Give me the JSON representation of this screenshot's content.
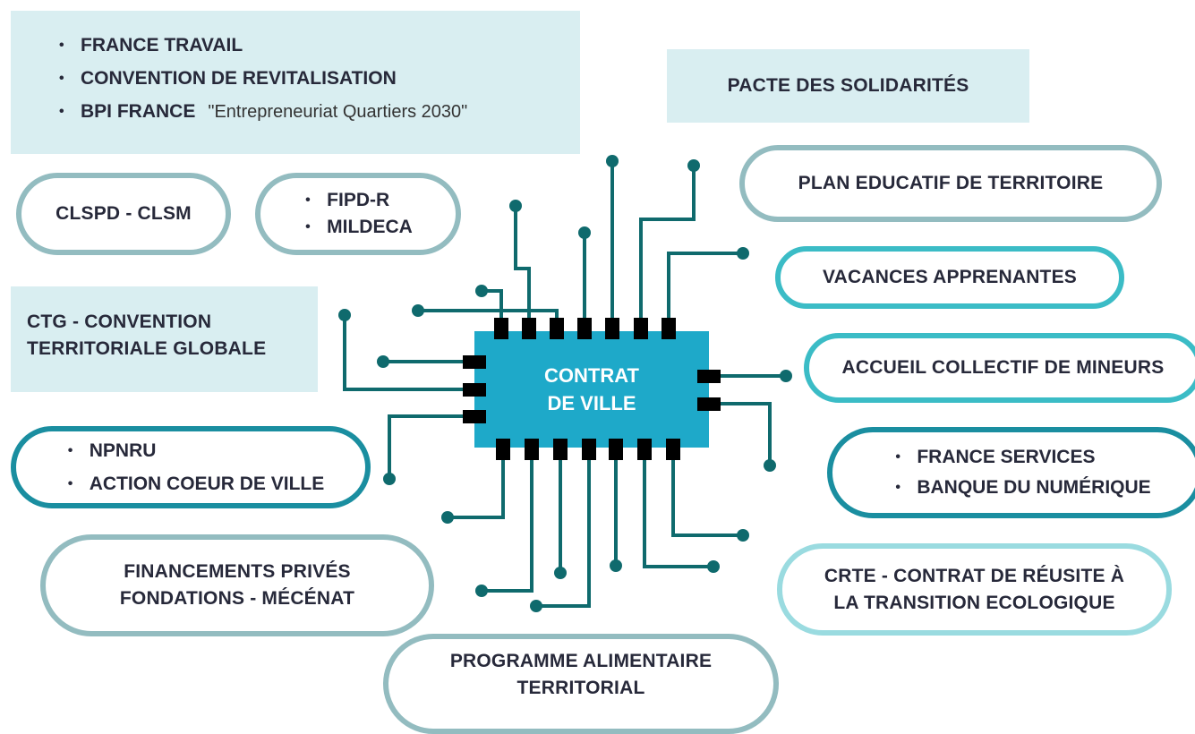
{
  "top_left_list": [
    {
      "label": "FRANCE TRAVAIL"
    },
    {
      "label": "CONVENTION DE REVITALISATION"
    },
    {
      "label": "BPI FRANCE",
      "note": "\"Entrepreneuriat Quartiers 2030\""
    }
  ],
  "pacte": "PACTE DES SOLIDARITÉS",
  "clspd": "CLSPD - CLSM",
  "fipd_list": [
    "FIPD-R",
    "MILDECA"
  ],
  "ctg": {
    "line1": "CTG - CONVENTION",
    "line2": "TERRITORIALE GLOBALE"
  },
  "npnru_list": [
    "NPNRU",
    "ACTION COEUR DE VILLE"
  ],
  "financements": {
    "line1": "FINANCEMENTS PRIVÉS",
    "line2": "FONDATIONS - MÉCÉNAT"
  },
  "programme": {
    "line1": "PROGRAMME ALIMENTAIRE",
    "line2": "TERRITORIAL"
  },
  "plan_educatif": "PLAN EDUCATIF DE TERRITOIRE",
  "vacances": "VACANCES APPRENANTES",
  "accueil": "ACCUEIL COLLECTIF DE MINEURS",
  "france_services_list": [
    "FRANCE SERVICES",
    "BANQUE DU NUMÉRIQUE"
  ],
  "crte": {
    "line1": "CRTE - CONTRAT DE RÉUSITE À",
    "line2": "LA TRANSITION ECOLOGIQUE"
  },
  "chip": {
    "line1": "CONTRAT",
    "line2": "DE VILLE"
  },
  "colors": {
    "chip": "#1ea9c9",
    "wire": "#0f6a6d",
    "box": "#d9eef1",
    "pill_dark": "#1a8ea0",
    "pill_grey": "#93bcc0",
    "pill_teal": "#3bbcc6",
    "pill_light": "#9adbe0",
    "text": "#27293a"
  }
}
